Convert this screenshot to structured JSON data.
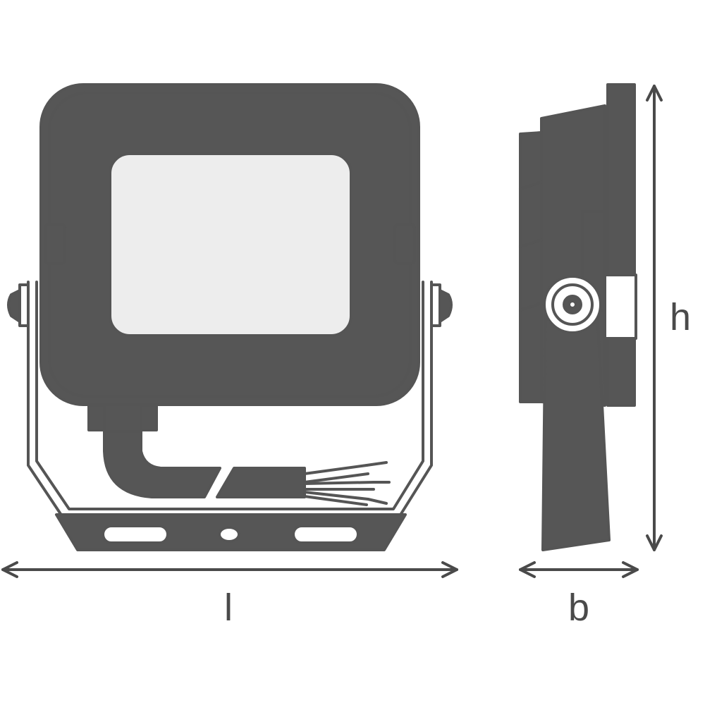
{
  "dimensions": {
    "length_label": "l",
    "width_label": "b",
    "height_label": "h"
  },
  "colors": {
    "body": "#565656",
    "lens": "#ededed",
    "line": "#555555",
    "background": "#ffffff"
  }
}
